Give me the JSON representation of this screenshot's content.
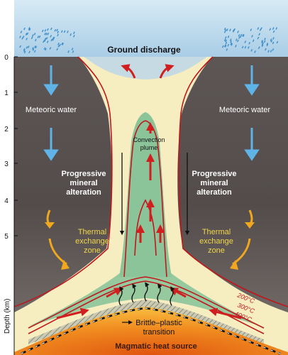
{
  "labels": {
    "ground_discharge": "Ground discharge",
    "meteoric_left": "Meteoric water",
    "meteoric_right": "Meteoric water",
    "convection_1": "Convection",
    "convection_2": "plume",
    "prog_left_1": "Progressive",
    "prog_left_2": "mineral",
    "prog_left_3": "alteration",
    "prog_right_1": "Progressive",
    "prog_right_2": "mineral",
    "prog_right_3": "alteration",
    "thermal_left_1": "Thermal",
    "thermal_left_2": "exchange",
    "thermal_left_3": "zone",
    "thermal_right_1": "Thermal",
    "thermal_right_2": "exchange",
    "thermal_right_3": "zone",
    "brittle_1": "Brittle–plastic",
    "brittle_2": "transition",
    "magmatic": "Magmatic heat source",
    "depth_axis": "Depth (km)"
  },
  "isotherms": [
    "200°C",
    "300°C",
    "400°C"
  ],
  "depth_ticks": [
    "0",
    "1",
    "2",
    "3",
    "4",
    "5"
  ],
  "colors": {
    "sky": "#a9cde6",
    "rock_upper": "#5f5856",
    "rock_lower": "#7b7471",
    "plume_outer": "#f7efc1",
    "plume_core": "#8cc49a",
    "magma": "#f08a1f",
    "isotherm": "#c0171c",
    "arrow_red": "#d11f1f",
    "arrow_blue": "#5fb3e6",
    "arrow_orange": "#f2a81e"
  }
}
